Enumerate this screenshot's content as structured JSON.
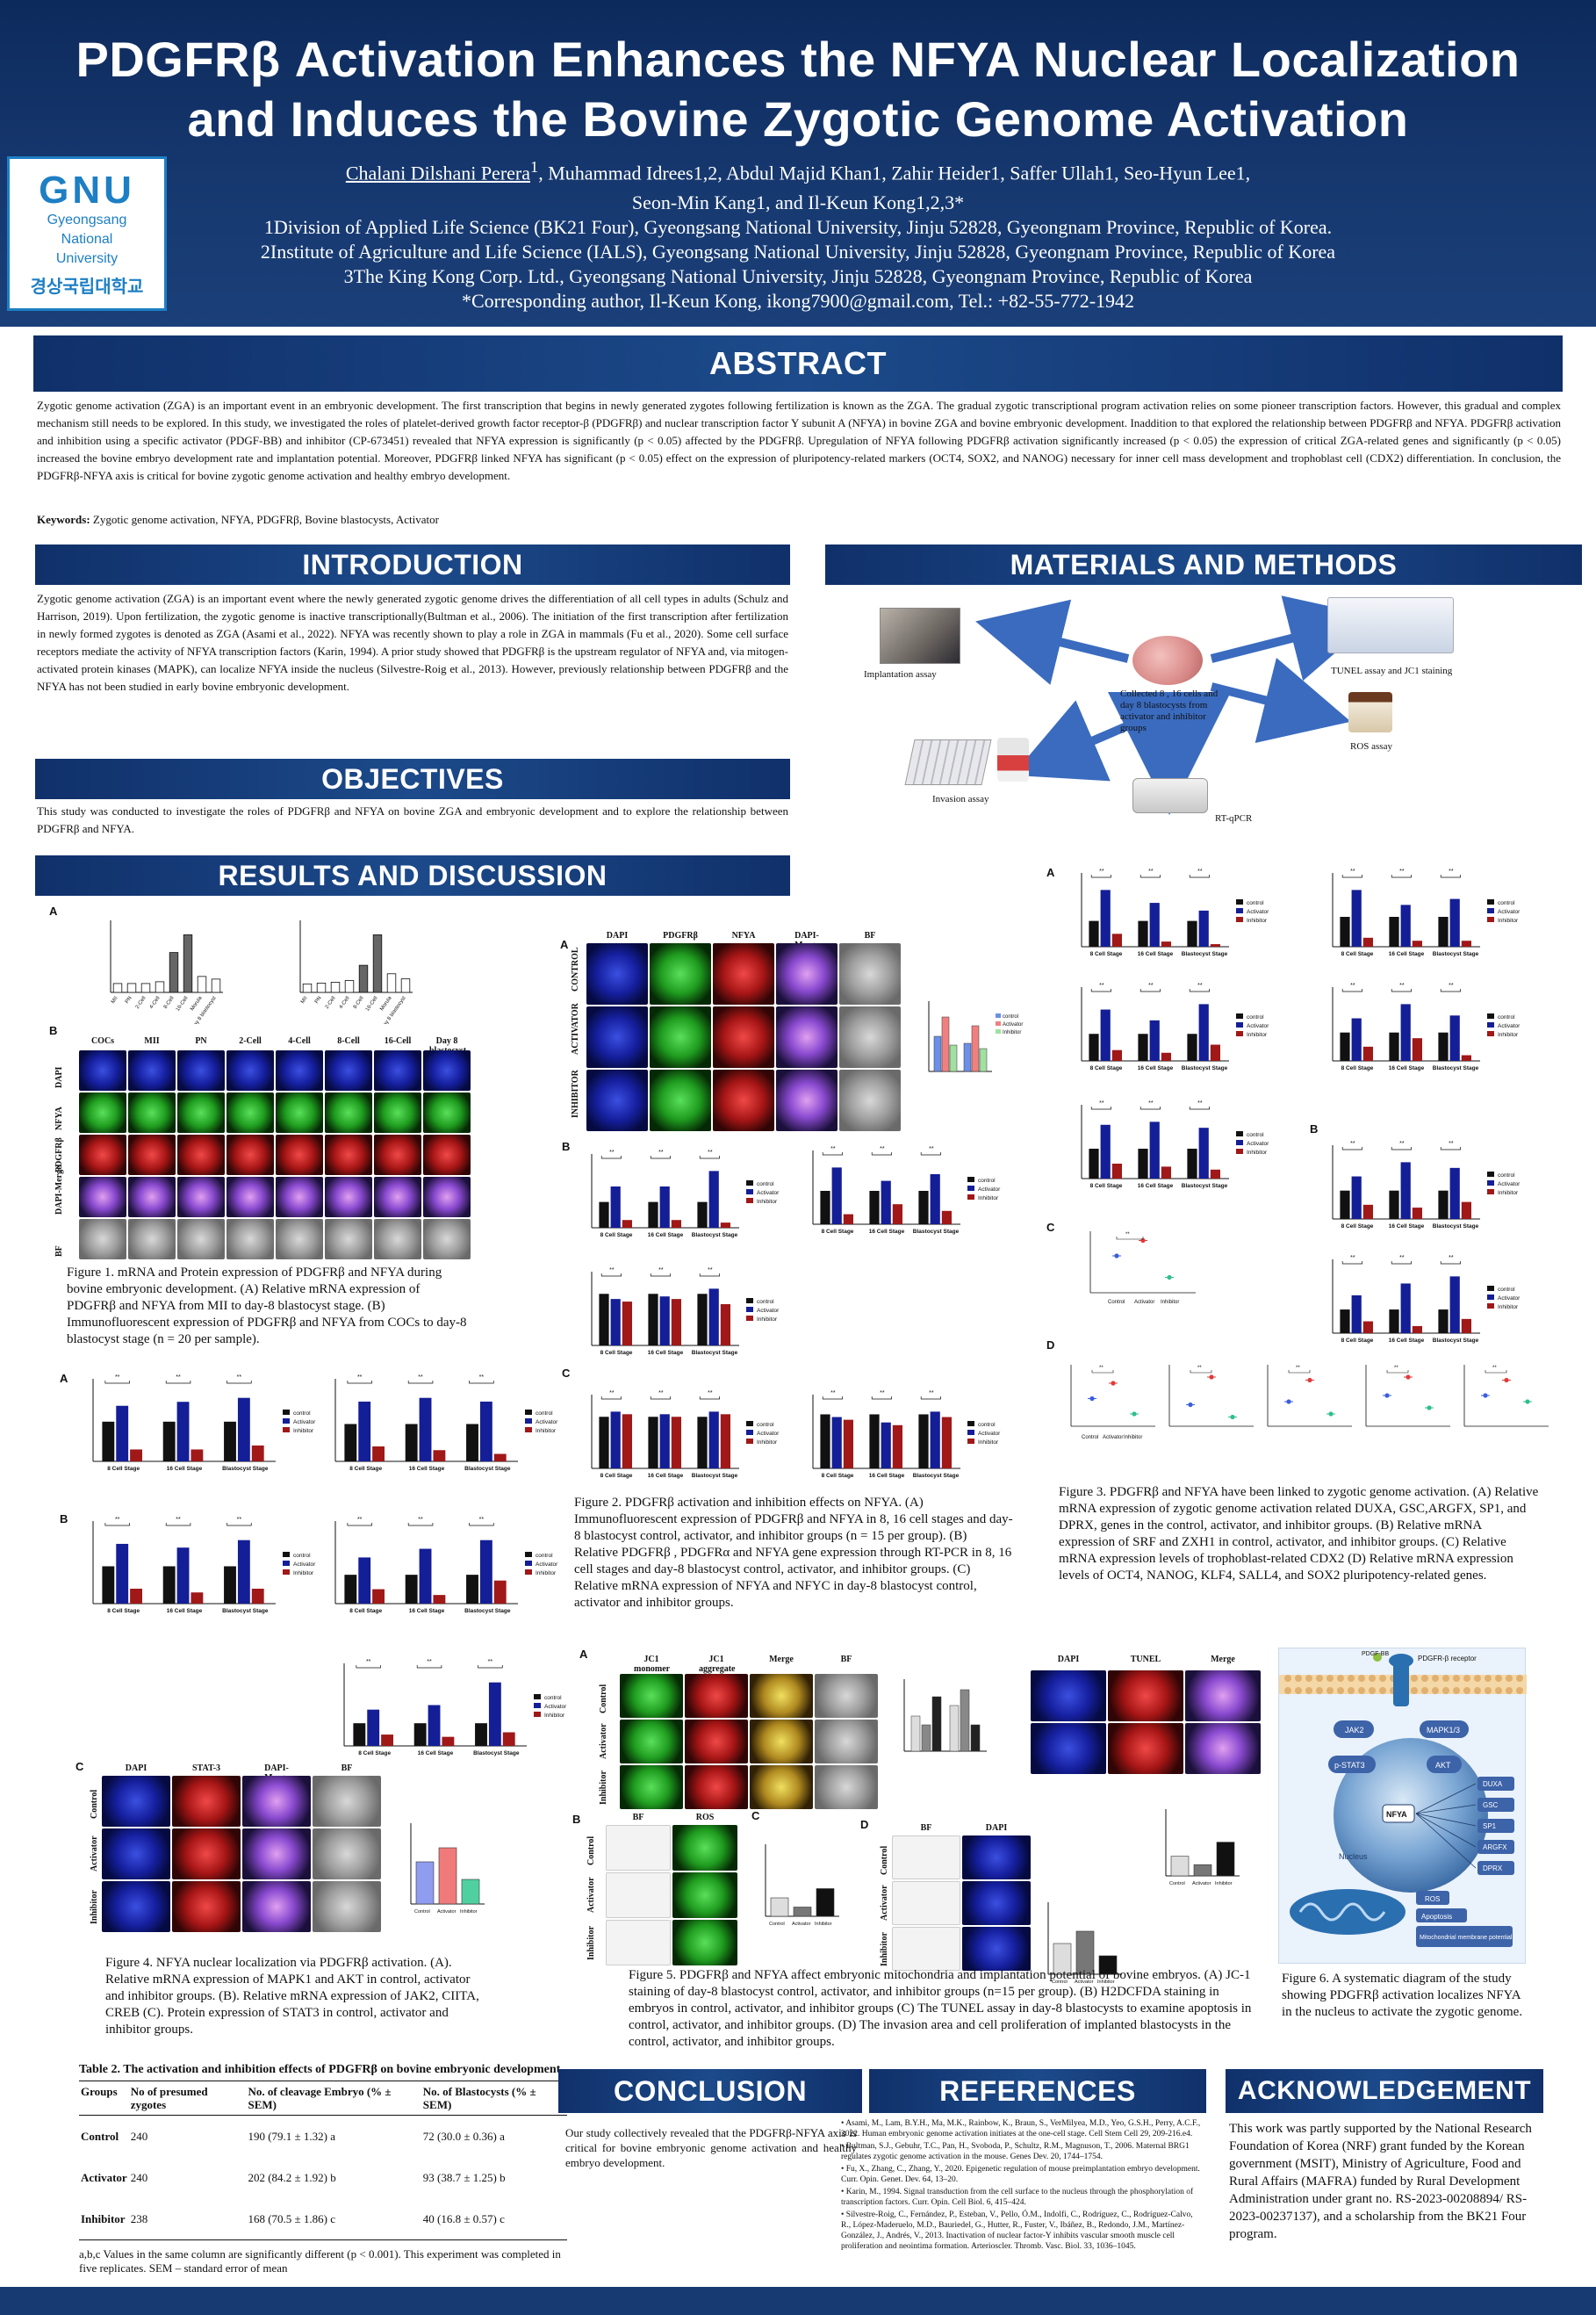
{
  "header": {
    "title_line1": "PDGFRβ Activation Enhances the NFYA Nuclear Localization",
    "title_line2": "and Induces the Bovine Zygotic Genome Activation",
    "first_author": "Chalani Dilshani Perera",
    "first_author_sup": "1",
    "authors_rest1": ", Muhammad Idrees1,2, Abdul Majid Khan1, Zahir Heider1, Saffer Ullah1, Seo-Hyun Lee1,",
    "authors_rest2": "Seon-Min Kang1, and Il-Keun Kong1,2,3*",
    "affil1": "1Division of Applied Life Science (BK21 Four), Gyeongsang National University, Jinju 52828, Gyeongnam Province, Republic of Korea.",
    "affil2": "2Institute of Agriculture and Life Science (IALS), Gyeongsang National University, Jinju 52828, Gyeongnam Province, Republic of Korea",
    "affil3": "3The King Kong Corp. Ltd., Gyeongsang National University, Jinju 52828, Gyeongnam Province, Republic of Korea",
    "corresponding": "*Corresponding author, Il-Keun Kong, ikong7900@gmail.com, Tel.: +82-55-772-1942"
  },
  "logo": {
    "mark": "GNU",
    "line1": "Gyeongsang",
    "line2": "National",
    "line3": "University",
    "korean": "경상국립대학교"
  },
  "sections": {
    "abstract": "ABSTRACT",
    "introduction": "INTRODUCTION",
    "methods": "MATERIALS AND METHODS",
    "objectives": "OBJECTIVES",
    "results": "RESULTS AND DISCUSSION",
    "conclusion": "CONCLUSION",
    "references": "REFERENCES",
    "acknowledgement": "ACKNOWLEDGEMENT"
  },
  "abstract_text": "Zygotic genome activation (ZGA) is an important event in an embryonic development. The first transcription that begins in newly generated zygotes following fertilization is known as the ZGA. The gradual zygotic transcriptional program activation relies on some pioneer transcription factors. However, this gradual and complex mechanism still needs to be explored. In this study, we investigated the roles of platelet-derived growth factor receptor-β (PDGFRβ) and nuclear transcription factor Y subunit A (NFYA) in bovine ZGA and bovine embryonic development. Inaddition to that explored the relationship between PDGFRβ and NFYA. PDGFRβ activation and inhibition using a specific activator (PDGF-BB) and inhibitor (CP-673451) revealed that NFYA expression is significantly (p < 0.05) affected by the PDGFRβ. Upregulation of NFYA following PDGFRβ activation significantly increased (p < 0.05) the expression of critical ZGA-related genes and significantly (p < 0.05) increased the bovine embryo development rate and implantation potential. Moreover, PDGFRβ linked NFYA has significant (p < 0.05) effect on the expression of pluripotency-related markers (OCT4, SOX2, and NANOG) necessary for inner cell mass development and trophoblast cell (CDX2) differentiation. In conclusion, the PDGFRβ-NFYA axis is critical for bovine zygotic genome activation and healthy embryo development.",
  "keywords_label": "Keywords:",
  "keywords": " Zygotic genome activation, NFYA, PDGFRβ, Bovine blastocysts, Activator",
  "intro_text": "Zygotic genome activation (ZGA) is an important event where the newly generated zygotic genome drives the differentiation of all cell types in adults (Schulz and Harrison, 2019). Upon fertilization, the zygotic genome is inactive transcriptionally(Bultman et al., 2006). The initiation of the first transcription after fertilization in newly formed zygotes is denoted as ZGA (Asami et al., 2022). NFYA was recently shown to play a role in ZGA in mammals (Fu et al., 2020). Some cell surface receptors mediate the activity of NFYA transcription factors (Karin, 1994). A prior study showed that PDGFRβ is the upstream regulator of NFYA and, via mitogen-activated protein kinases (MAPK), can localize NFYA inside the nucleus (Silvestre-Roig et al., 2013). However, previously relationship between PDGFRβ and the NFYA has not been studied in early bovine embryonic development.",
  "objectives_text": "This study was conducted to investigate the roles of PDGFRβ and NFYA on bovine ZGA and embryonic development and to explore the relationship between PDGFRβ and NFYA.",
  "methods": {
    "center": "Collected 8 , 16 cells and day 8 blastocysts from activator and inhibitor groups",
    "implantation": "Implantation assay",
    "tunel": "TUNEL assay and JC1 staining",
    "ros": "ROS assay",
    "invasion": "Invasion assay",
    "rtqpcr": "RT-qPCR"
  },
  "fig1": {
    "letter_a": "A",
    "letter_b": "B",
    "cols": [
      "COCs",
      "MII",
      "PN",
      "2-Cell",
      "4-Cell",
      "8-Cell",
      "16-Cell",
      "Day 8 blastocyst"
    ],
    "rows": [
      "DAPI",
      "NFYA",
      "PDGFRβ",
      "DAPI-Merge",
      "BF"
    ],
    "caption": "Figure 1. mRNA and Protein expression of PDGFRβ and NFYA during bovine embryonic development. (A) Relative mRNA expression of PDGFRβ and NFYA from MII to day-8 blastocyst stage. (B) Immunofluorescent expression of PDGFRβ and NFYA from COCs to day-8 blastocyst stage (n = 20 per sample)."
  },
  "fig2": {
    "letter_a": "A",
    "letter_b": "B",
    "letter_c": "C",
    "cols": [
      "DAPI",
      "PDGFRβ",
      "NFYA",
      "DAPI-Merge",
      "BF"
    ],
    "rows": [
      "CONTROL",
      "ACTIVATOR",
      "INHIBITOR"
    ],
    "caption": "Figure 2. PDGFRβ activation and inhibition effects on NFYA. (A) Immunofluorescent expression of PDGFRβ and NFYA in 8, 16 cell stages and day-8 blastocyst control, activator, and inhibitor groups (n = 15 per group). (B) Relative PDGFRβ , PDGFRα and NFYA gene expression through RT-PCR in 8, 16 cell stages and day-8 blastocyst control, activator, and inhibitor groups. (C) Relative mRNA expression of NFYA and NFYC in day-8 blastocyst control, activator and inhibitor groups."
  },
  "fig3": {
    "letter_a": "A",
    "letter_b": "B",
    "letter_c": "C",
    "letter_d": "D",
    "caption": "Figure 3. PDGFRβ and NFYA have been linked to zygotic genome activation. (A) Relative mRNA expression of zygotic genome activation related DUXA, GSC,ARGFX, SP1, and DPRX, genes in the control, activator, and inhibitor groups. (B) Relative mRNA expression of SRF and ZXH1 in control, activator, and inhibitor groups. (C) Relative mRNA expression levels of trophoblast-related CDX2 (D) Relative mRNA expression levels of OCT4, NANOG, KLF4, SALL4, and SOX2 pluripotency-related genes."
  },
  "fig4": {
    "letter_a": "A",
    "letter_b": "B",
    "letter_c": "C",
    "cols": [
      "DAPI",
      "STAT-3",
      "DAPI-Merge",
      "BF"
    ],
    "rows": [
      "Control",
      "Activator",
      "Inhibitor"
    ],
    "caption": "Figure 4. NFYA nuclear localization via PDGFRβ activation. (A). Relative mRNA expression of MAPK1 and AKT in control, activator and inhibitor groups.  (B). Relative mRNA expression of JAK2, CIITA, CREB  (C). Protein expression of STAT3 in control, activator and inhibitor groups."
  },
  "fig5": {
    "letter_a": "A",
    "letter_b": "B",
    "letter_c": "C",
    "letter_d": "D",
    "jc_cols": [
      "JC1 monomer",
      "JC1 aggregate",
      "Merge",
      "BF"
    ],
    "rows": [
      "Control",
      "Activator",
      "Inhibitor"
    ],
    "ros_cols": [
      "BF",
      "ROS"
    ],
    "tunel_cols": [
      "DAPI",
      "TUNEL",
      "Merge"
    ],
    "inv_cols": [
      "BF",
      "DAPI"
    ],
    "caption": "Figure 5. PDGFRβ and NFYA affect embryonic mitochondria and implantation potential of bovine embryos. (A) JC-1 staining of day-8 blastocyst control, activator, and inhibitor groups (n=15 per group). (B) H2DCFDA staining in embryos in control, activator, and inhibitor groups (C) The TUNEL assay in day-8 blastocysts to examine apoptosis in control, activator, and inhibitor groups. (D) The invasion area and cell proliferation of implanted blastocysts in the control, activator, and inhibitor groups."
  },
  "fig6": {
    "pdgf": "PDGF-BB",
    "receptor": "PDGFR-β receptor",
    "jak2": "JAK2",
    "mapk": "MAPK1/3",
    "stat3": "p-STAT3",
    "akt": "AKT",
    "nfya": "NFYA",
    "nucleus": "Nucleus",
    "genes": [
      "DUXA",
      "GSC",
      "SP1",
      "ARGFX",
      "DPRX"
    ],
    "ros": "ROS",
    "apoptosis": "Apoptosis",
    "mito": "Mitochondrial membrane potential",
    "caption": "Figure 6. A systematic diagram of the study showing PDGFRβ activation localizes NFYA in the nucleus to activate the zygotic genome."
  },
  "table2": {
    "title": "Table 2. The activation and inhibition effects of PDGFRβ on bovine embryonic development",
    "headers": [
      "Groups",
      "No of presumed zygotes",
      "No. of cleavage Embryo (% ± SEM)",
      "No. of Blastocysts (% ± SEM)"
    ],
    "rows": [
      [
        "Control",
        "240",
        "190 (79.1 ± 1.32) a",
        "72 (30.0 ± 0.36) a"
      ],
      [
        "Activator",
        "240",
        "202 (84.2 ± 1.92) b",
        "93 (38.7 ± 1.25) b"
      ],
      [
        "Inhibitor",
        "238",
        "168 (70.5 ± 1.86) c",
        "40 (16.8 ± 0.57) c"
      ]
    ],
    "note": "a,b,c Values in the same column are significantly different (p < 0.001). This experiment was completed in five replicates. SEM – standard error of mean"
  },
  "conclusion_text": "Our study collectively revealed that the PDGFRβ-NFYA axis is critical for bovine embryonic genome activation and healthy embryo development.",
  "references": [
    "Asami, M., Lam, B.Y.H., Ma, M.K., Rainbow, K., Braun, S., VerMilyea, M.D., Yeo, G.S.H., Perry, A.C.F., 2022. Human embryonic genome activation initiates at the one-cell stage. Cell Stem Cell 29, 209-216.e4.",
    "Bultman, S.J., Gebuhr, T.C., Pan, H., Svoboda, P., Schultz, R.M., Magnuson, T., 2006. Maternal BRG1 regulates zygotic genome activation in the mouse. Genes Dev. 20, 1744–1754.",
    "Fu, X., Zhang, C., Zhang, Y., 2020. Epigenetic regulation of mouse preimplantation embryo development. Curr. Opin. Genet. Dev. 64, 13–20.",
    "Karin, M., 1994. Signal transduction from the cell surface to the nucleus through the phosphorylation of transcription factors. Curr. Opin. Cell Biol. 6, 415–424.",
    "Silvestre-Roig, C., Fernández, P., Esteban, V., Pello, Ó.M., Indolfi, C., Rodríguez, C., Rodríguez-Calvo, R., López-Maderuelo, M.D., Bauriedel, G., Hutter, R., Fuster, V., Ibáñez, B., Redondo, J.M., Martínez-González, J., Andrés, V., 2013. Inactivation of nuclear factor-Y inhibits vascular smooth muscle cell proliferation and neointima formation. Arterioscler. Thromb. Vasc. Biol. 33, 1036–1045."
  ],
  "ack_text": "This work was partly supported by the National Research Foundation of Korea (NRF) grant funded by the Korean government (MSIT), Ministry of Agriculture, Food and Rural Affairs (MAFRA) funded by Rural Development Administration under grant no. RS-2023-00208894/ RS-2023-00237137), and a scholarship from the BK21 Four program.",
  "legend": {
    "control": "control",
    "activator": "Activator",
    "inhibitor": "Inhibitor"
  },
  "colors": {
    "control": "#111111",
    "activator": "#141e96",
    "inhibitor": "#a01818",
    "header": "#0d2a5c",
    "accent": "#1c4a8a"
  },
  "chart_data": [
    {
      "id": "fig1a_nfya",
      "type": "bar",
      "categories": [
        "MII",
        "PN",
        "2-Cell",
        "4-Cell",
        "8-Cell",
        "16-Cell",
        "Morula",
        "Day 8 blastocyst"
      ],
      "values": [
        1,
        1,
        1,
        1.2,
        4.5,
        6.5,
        1.8,
        1.5
      ]
    },
    {
      "id": "fig1a_pdgfrb",
      "type": "bar",
      "categories": [
        "MII",
        "PN",
        "2-Cell",
        "4-Cell",
        "8-Cell",
        "16-Cell",
        "Morula",
        "Day 8 blastocyst"
      ],
      "values": [
        1,
        1.1,
        1.2,
        1.4,
        3.2,
        6.8,
        2.2,
        1.6
      ]
    },
    {
      "id": "fig2c_nfya",
      "type": "bar",
      "categories": [
        "8 Cell Stage",
        "16 Cell Stage",
        "Blastocyst Stage"
      ],
      "series": [
        {
          "name": "control",
          "values": [
            1,
            1,
            1
          ]
        },
        {
          "name": "Activator",
          "values": [
            1.1,
            1.05,
            1.1
          ]
        },
        {
          "name": "Inhibitor",
          "values": [
            1.05,
            1.0,
            1.05
          ]
        }
      ]
    },
    {
      "id": "fig3a_duxa",
      "type": "bar",
      "categories": [
        "8 Cell Stage",
        "16 Cell Stage",
        "Blastocyst Stage"
      ],
      "series": [
        {
          "name": "control",
          "values": [
            1,
            1,
            1
          ]
        },
        {
          "name": "Activator",
          "values": [
            2.2,
            1.7,
            1.4
          ]
        },
        {
          "name": "Inhibitor",
          "values": [
            0.5,
            0.2,
            0.1
          ]
        }
      ]
    }
  ]
}
